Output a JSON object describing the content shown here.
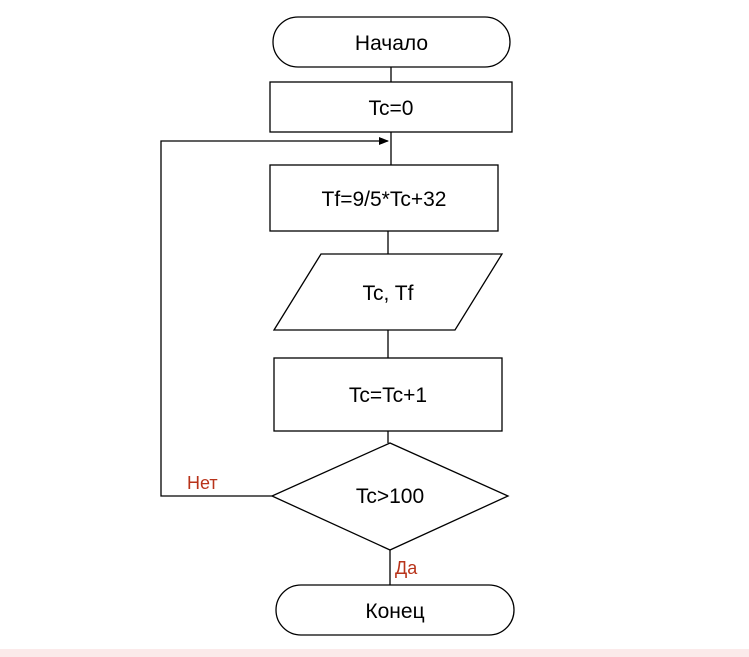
{
  "flowchart": {
    "start": "Начало",
    "init": "Tc=0",
    "compute": "Tf=9/5*Tc+32",
    "output": "Tc, Tf",
    "increment": "Tc=Tc+1",
    "condition": "Tc>100",
    "yes_label": "Да",
    "no_label": "Нет",
    "end": "Конец"
  },
  "colors": {
    "stroke": "#000000",
    "branch_label": "#b8331a",
    "background": "#ffffff"
  }
}
